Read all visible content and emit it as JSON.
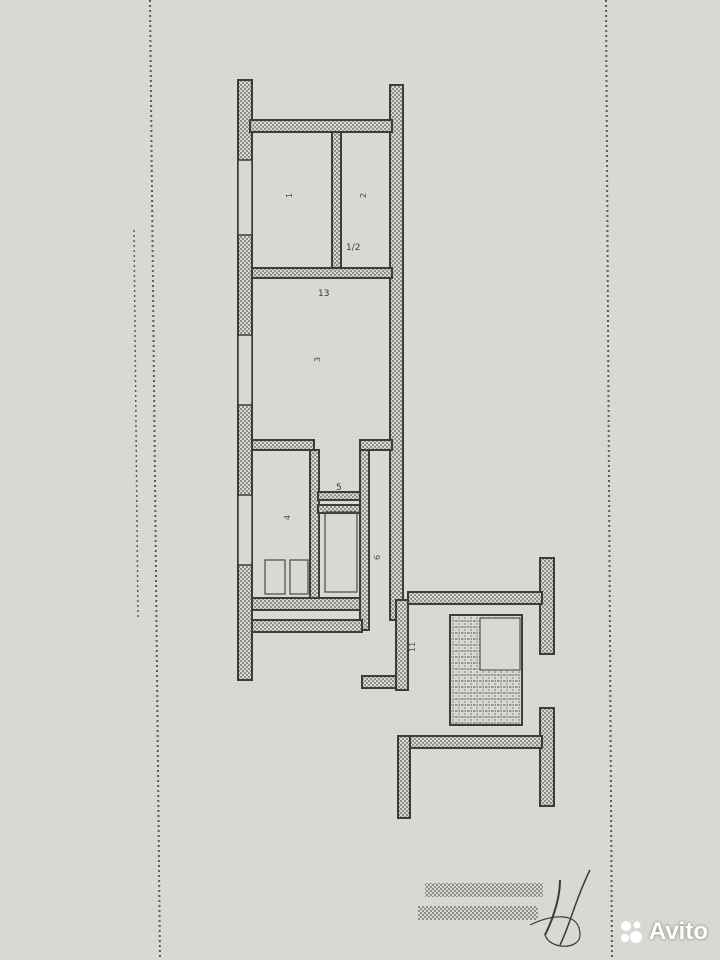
{
  "colors": {
    "paper": "#d9d8d2",
    "wall": "#3c3c3c",
    "hatch": "#6a6a6a",
    "border_dots": "#5a5a5a"
  },
  "plan": {
    "room_labels": {
      "left_bedroom": "1",
      "right_small_room": "2",
      "small_room_code": "1/2",
      "living_room": "3",
      "corridor_mark": "13",
      "kitchen": "4",
      "bath_mark": "5",
      "hall": "6",
      "landing_mark": "11"
    }
  },
  "watermark": {
    "text": "Avito",
    "icon": "avito-logo-icon"
  }
}
